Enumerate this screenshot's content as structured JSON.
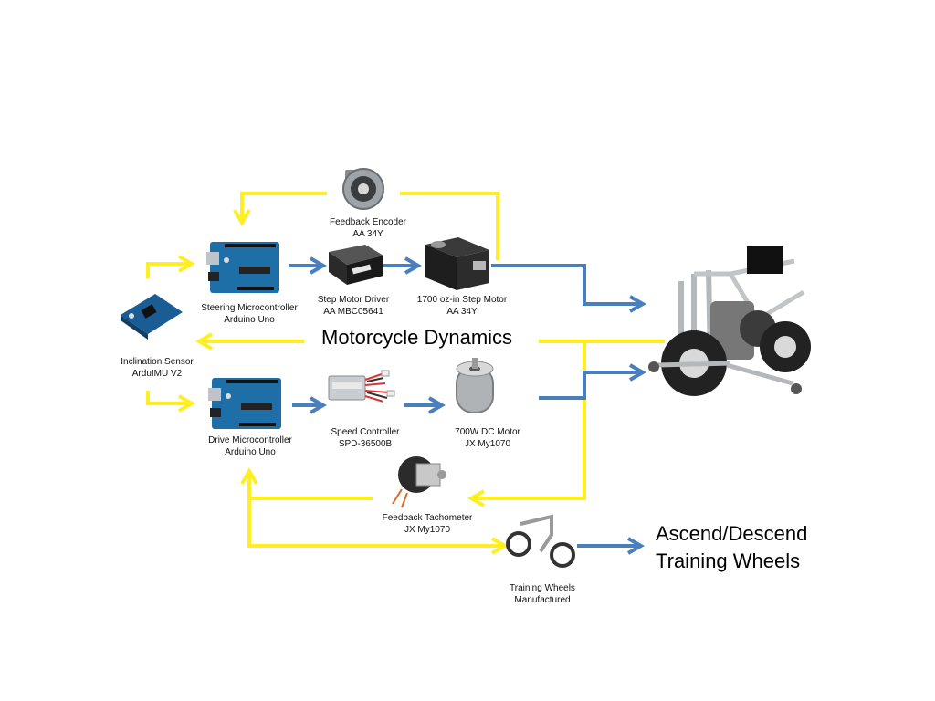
{
  "title": "Motorcycle Dynamics",
  "outcome": {
    "line1": "Ascend/Descend",
    "line2": "Training Wheels"
  },
  "components": {
    "encoder": {
      "line1": "Feedback Encoder",
      "line2": "AA 34Y",
      "icon": "rotary-encoder-icon"
    },
    "steering_mcu": {
      "line1": "Steering Microcontroller",
      "line2": "Arduino Uno",
      "icon": "arduino-board-icon"
    },
    "step_driver": {
      "line1": "Step Motor Driver",
      "line2": "AA MBC05641",
      "icon": "motor-driver-icon"
    },
    "step_motor": {
      "line1": "1700 oz-in Step Motor",
      "line2": "AA 34Y",
      "icon": "stepper-motor-icon"
    },
    "imu": {
      "line1": "Inclination Sensor",
      "line2": "ArduIMU V2",
      "icon": "imu-board-icon"
    },
    "drive_mcu": {
      "line1": "Drive Microcontroller",
      "line2": "Arduino Uno",
      "icon": "arduino-board-icon"
    },
    "speed_ctrl": {
      "line1": "Speed Controller",
      "line2": "SPD-36500B",
      "icon": "speed-controller-icon"
    },
    "dc_motor": {
      "line1": "700W DC Motor",
      "line2": "JX My1070",
      "icon": "dc-motor-icon"
    },
    "tachometer": {
      "line1": "Feedback Tachometer",
      "line2": "JX My1070",
      "icon": "tachometer-icon"
    },
    "training_wheels": {
      "line1": "Training Wheels",
      "line2": "Manufactured",
      "icon": "training-wheels-icon"
    },
    "motorcycle": {
      "icon": "motorcycle-icon"
    }
  },
  "colors": {
    "feedback": "#ffee22",
    "signal": "#4a7fbe",
    "pcb": "#1e6fa8"
  }
}
